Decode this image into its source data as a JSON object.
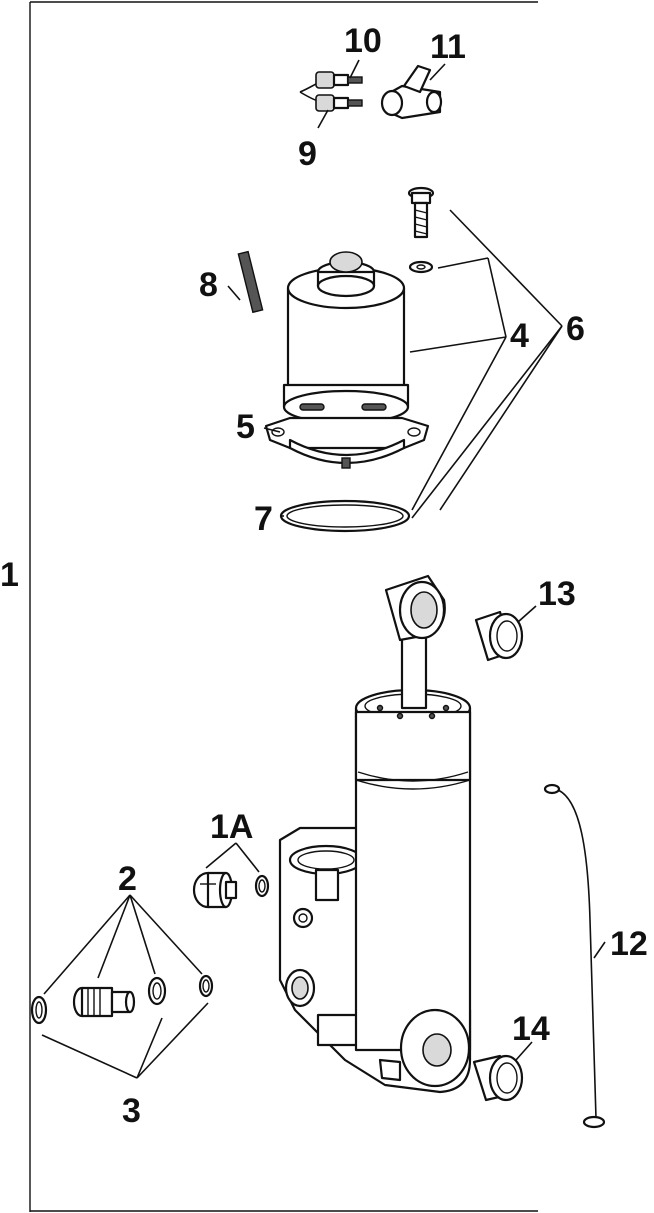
{
  "callouts": {
    "c1": "1",
    "c1a": "1A",
    "c2": "2",
    "c3": "3",
    "c4": "4",
    "c5": "5",
    "c6": "6",
    "c7": "7",
    "c8": "8",
    "c9": "9",
    "c10": "10",
    "c11": "11",
    "c12": "12",
    "c13": "13",
    "c14": "14"
  }
}
